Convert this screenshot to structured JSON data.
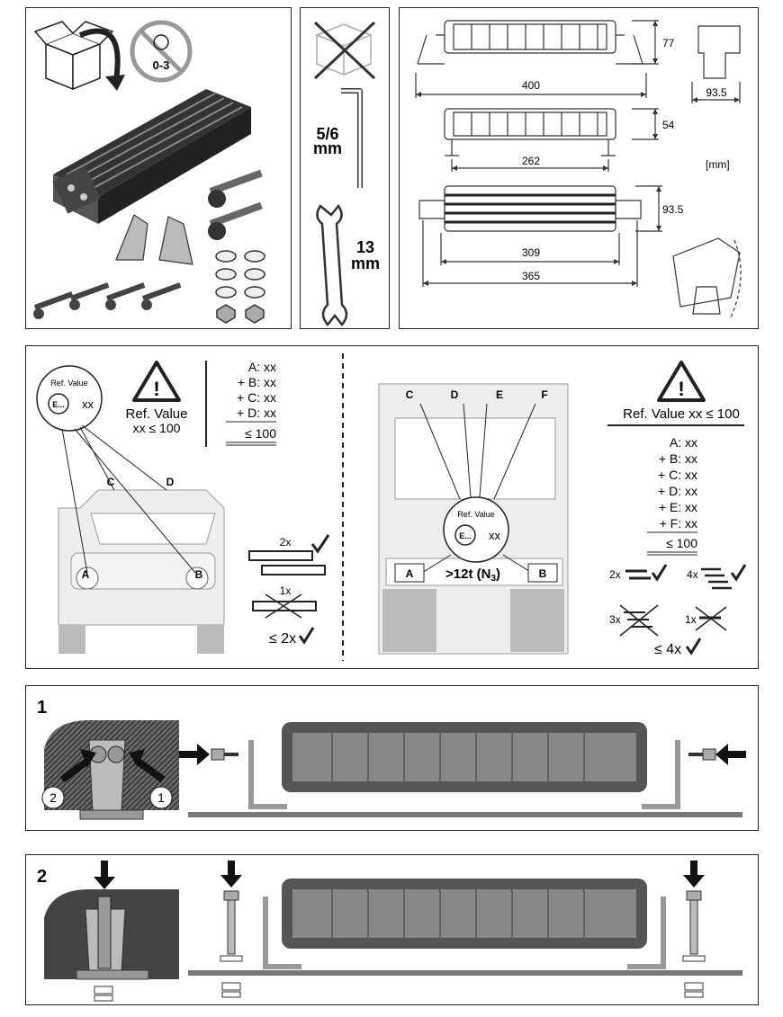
{
  "kit": {
    "age_label": "0-3",
    "hex_key": "5/6\nmm",
    "hex_key_line1": "5/6",
    "hex_key_line2": "mm",
    "wrench_line1": "13",
    "wrench_line2": "mm"
  },
  "dimensions": {
    "height_large": "77",
    "width_large": "400",
    "side_depth": "93.5",
    "height_small": "54",
    "width_small": "262",
    "unit": "[mm]",
    "top_depth": "93.5",
    "inner_width": "309",
    "outer_width": "365"
  },
  "reg_left": {
    "ref_title": "Ref. Value",
    "e_mark": "E...",
    "xx": "xx",
    "ref_value": "Ref. Value",
    "ref_limit": "xx ≤ 100",
    "sum": [
      "A: xx",
      "+ B: xx",
      "+ C: xx",
      "+ D: xx"
    ],
    "total": "≤ 100",
    "points": [
      "A",
      "B",
      "C",
      "D"
    ],
    "count_2x": "2x",
    "count_1x": "1x",
    "max": "≤ 2x"
  },
  "reg_right": {
    "ref_title": "Ref. Value",
    "e_mark": "E...",
    "xx": "xx",
    "ref_header": "Ref. Value xx ≤ 100",
    "sum": [
      "A: xx",
      "+ B: xx",
      "+ C: xx",
      "+ D: xx",
      "+ E: xx",
      "+ F: xx"
    ],
    "total": "≤ 100",
    "points": [
      "A",
      "B",
      "C",
      "D",
      "E",
      "F"
    ],
    "truck_class": ">12t (N",
    "truck_class_sub": "3",
    "truck_class_end": ")",
    "count_2x": "2x",
    "count_4x": "4x",
    "count_3x": "3x",
    "count_1x": "1x",
    "max": "≤ 4x"
  },
  "step1": {
    "number": "1",
    "callout_2": "2",
    "callout_1": "1"
  },
  "step2": {
    "number": "2"
  }
}
